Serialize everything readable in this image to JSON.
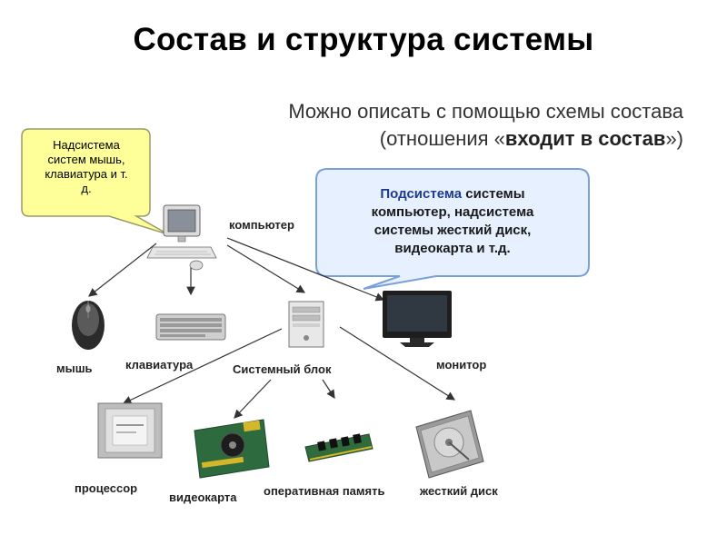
{
  "title": "Состав и структура системы",
  "subtitle": {
    "line1": "Можно описать с помощью схемы состава",
    "line2_prefix": "(отношения «",
    "line2_bold": "входит в состав",
    "line2_suffix": "»)"
  },
  "callout_left": {
    "lines": [
      "Надсистема",
      "систем мышь,",
      "клавиатура и т.",
      "д."
    ]
  },
  "callout_right": {
    "lines": [
      "Подсистема системы",
      "компьютер, надсистема",
      "системы жесткий диск,",
      "видеокарта и т.д."
    ]
  },
  "labels": {
    "computer": "компьютер",
    "mouse": "мышь",
    "keyboard": "клавиатура",
    "system_unit": "Системный блок",
    "monitor": "монитор",
    "processor": "процессор",
    "videocard": "видеокарта",
    "ram": "оперативная память",
    "hdd": "жесткий диск"
  },
  "colors": {
    "callout_fill": "#ffff99",
    "callout_border": "#9a9a6a",
    "callout2_fill": "#e7f0ff",
    "callout2_border": "#7aa0d8",
    "arrow": "#333333"
  },
  "icons": [
    "computer-icon",
    "mouse-icon",
    "keyboard-icon",
    "system-unit-icon",
    "monitor-icon",
    "processor-icon",
    "videocard-icon",
    "ram-icon",
    "hdd-icon"
  ]
}
